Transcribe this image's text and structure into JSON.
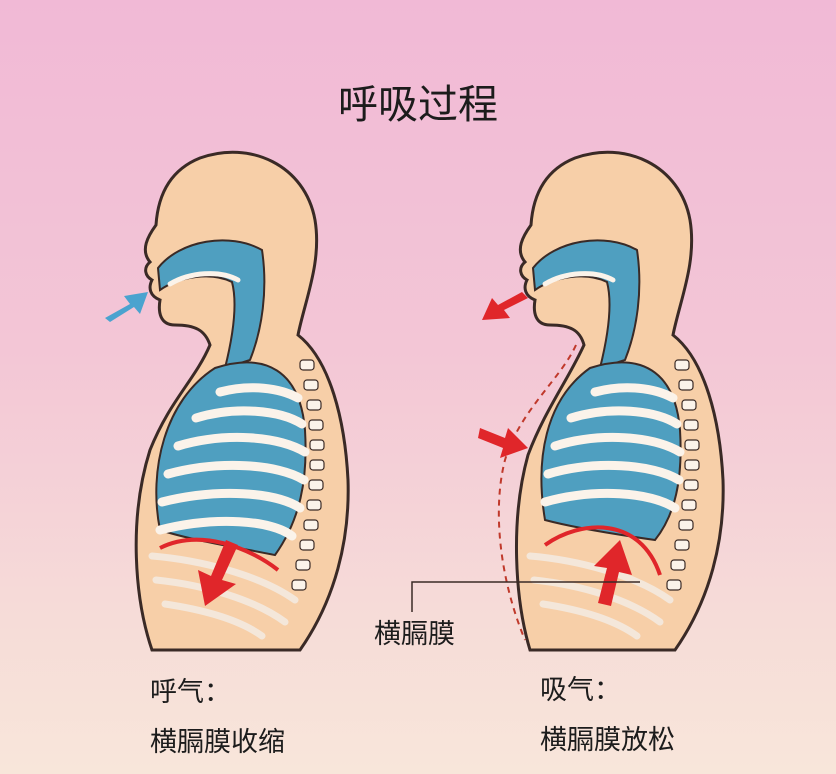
{
  "title": "呼吸过程",
  "diaphragm_label": "横膈膜",
  "left_panel": {
    "heading": "呼气：",
    "caption": "横膈膜收缩"
  },
  "right_panel": {
    "heading": "吸气：",
    "caption": "横膈膜放松"
  },
  "colors": {
    "skin": "#f7cfa8",
    "outline": "#3a2a26",
    "airway_blue": "#4f9fc0",
    "rib_white": "#fbf3ea",
    "arrow_blue": "#4aa3cf",
    "arrow_red": "#e0262a"
  }
}
